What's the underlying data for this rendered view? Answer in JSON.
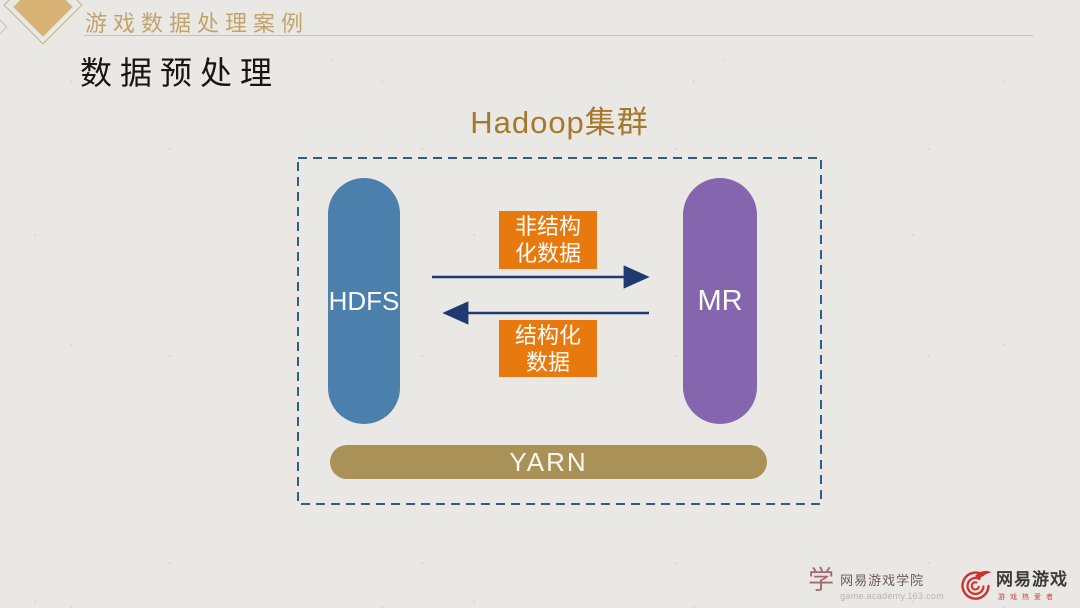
{
  "header": {
    "breadcrumb": "游戏数据处理案例"
  },
  "title": "数据预处理",
  "diagram": {
    "title": "Hadoop集群",
    "nodes": {
      "hdfs": {
        "label": "HDFS",
        "color": "#4A80AB"
      },
      "mr": {
        "label": "MR",
        "color": "#8566AE"
      },
      "yarn": {
        "label": "YARN",
        "color": "#A99157"
      }
    },
    "flows": {
      "unstructured": {
        "line1": "非结构",
        "line2": "化数据",
        "direction": "HDFS to MR"
      },
      "structured": {
        "line1": "结构化",
        "line2": "数据",
        "direction": "MR to HDFS"
      }
    },
    "colors": {
      "flow_label_bg": "#E8790E",
      "arrow": "#1F3A70",
      "dashed_border": "#2F5B93"
    }
  },
  "footer": {
    "academy": {
      "icon_glyph": "学",
      "name": "网易游戏学院",
      "url": "game.academy.163.com"
    },
    "netease": {
      "name": "网易游戏",
      "tagline": "游戏热爱者"
    }
  },
  "theme": {
    "accent_gold": "#C2A36B",
    "diagram_title_color": "#A5782B",
    "background": "#E9E8E5"
  }
}
